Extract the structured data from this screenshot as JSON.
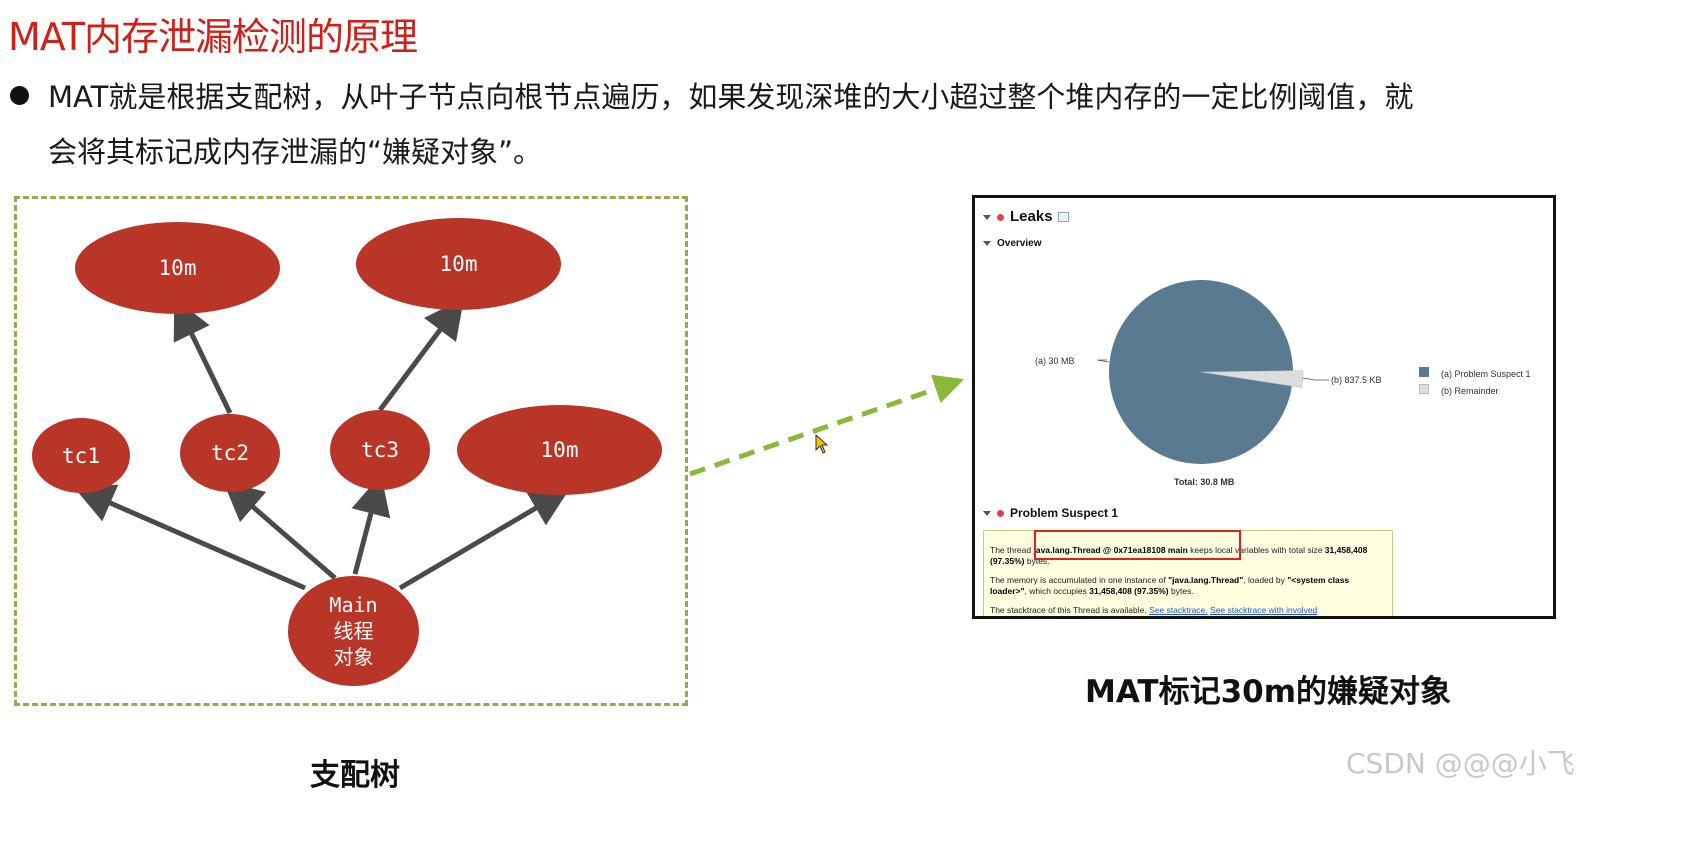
{
  "slide": {
    "title": "MAT内存泄漏检测的原理",
    "bullet_line1": "MAT就是根据支配树，从叶子节点向根节点遍历，如果发现深堆的大小超过整个堆内存的一定比例阈值，就",
    "bullet_line2": "会将其标记成内存泄漏的“嫌疑对象”。"
  },
  "tree": {
    "caption": "支配树",
    "nodes": {
      "top_left": "10m",
      "top_right": "10m",
      "tc1": "tc1",
      "tc2": "tc2",
      "tc3": "tc3",
      "mid_right": "10m",
      "root_line1": "Main",
      "root_line2": "线程",
      "root_line3": "对象"
    }
  },
  "mat": {
    "caption": "MAT标记30m的嫌疑对象",
    "leaks_title": "Leaks",
    "overview_title": "Overview",
    "pie_label_a": "(a)  30 MB",
    "pie_label_b": "(b)  837.5 KB",
    "total": "Total: 30.8 MB",
    "legend": [
      "(a)  Problem Suspect 1",
      "(b)  Remainder"
    ],
    "suspect_title": "Problem Suspect 1",
    "detail": {
      "p1_pre": "The thread ",
      "p1_bold": "java.lang.Thread @ 0x71ea18108 main",
      "p1_post": " keeps local variables with total size ",
      "p1_size": "31,458,408 (97.35%)",
      "p1_end": " bytes.",
      "p2_pre": "The memory is accumulated in one instance of ",
      "p2_class": "\"java.lang.Thread\"",
      "p2_mid": ", loaded by ",
      "p2_loader": "\"<system class loader>\"",
      "p2_mid2": ", which occupies ",
      "p2_size": "31,458,408 (97.35%)",
      "p2_end": " bytes.",
      "p3_pre": "The stacktrace of this Thread is available. ",
      "p3_link1": "See stacktrace.",
      "p3_link2": "See stacktrace with involved"
    },
    "colors": {
      "slice_a": "#5a7a91",
      "slice_b": "#dcdcdc"
    }
  },
  "watermark": "CSDN @@@小飞",
  "colors": {
    "title_red": "#d0201a",
    "node_red": "#b93528",
    "dash_green": "#9aa94a",
    "arrow_gray": "#4a4a4a"
  },
  "chart_data": {
    "type": "pie",
    "labels": [
      "(a)  Problem Suspect 1",
      "(b)  Remainder"
    ],
    "values_mb": [
      30,
      0.8179
    ],
    "value_labels": [
      "30 MB",
      "837.5 KB"
    ],
    "total": "Total: 30.8 MB",
    "legend_position": "right"
  }
}
